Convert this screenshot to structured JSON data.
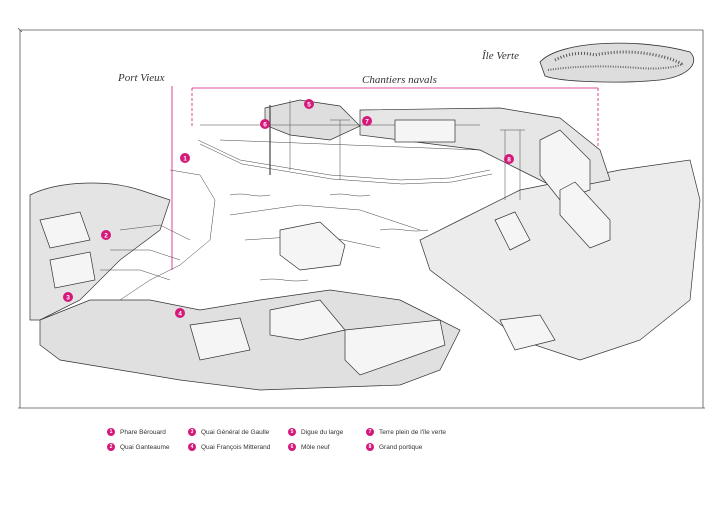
{
  "labels": {
    "port_vieux": "Port Vieux",
    "chantiers_navals": "Chantiers navals",
    "ile_verte": "Île Verte"
  },
  "accent_color": "#d4197a",
  "markers": [
    {
      "num": "1"
    },
    {
      "num": "2"
    },
    {
      "num": "3"
    },
    {
      "num": "4"
    },
    {
      "num": "5"
    },
    {
      "num": "6"
    },
    {
      "num": "7"
    },
    {
      "num": "8"
    }
  ],
  "legend": [
    {
      "num": "1",
      "text": "Phare Bérouard"
    },
    {
      "num": "2",
      "text": "Quai Ganteaume"
    },
    {
      "num": "3",
      "text": "Quai Général de Gaulle"
    },
    {
      "num": "4",
      "text": "Quai François Mitterand"
    },
    {
      "num": "5",
      "text": "Digue du large"
    },
    {
      "num": "6",
      "text": "Môle neuf"
    },
    {
      "num": "7",
      "text": "Terre plein de l'île verte"
    },
    {
      "num": "8",
      "text": "Grand portique"
    }
  ]
}
